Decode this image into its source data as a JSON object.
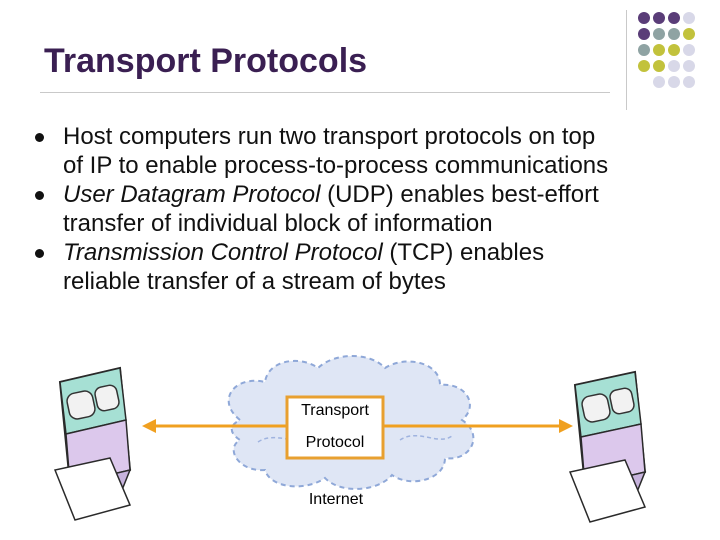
{
  "slide": {
    "title": "Transport Protocols",
    "bullets": [
      {
        "lines": [
          {
            "text": "Host computers run two transport protocols on top",
            "italic": false
          }
        ]
      },
      {
        "lines": [
          {
            "text": "of IP to enable process-to-process communications",
            "italic": false
          }
        ]
      },
      {
        "lines": [
          {
            "text": "User Datagram Protocol",
            "italic": true
          },
          {
            "text": " (UDP) enables best-effort",
            "italic": false
          }
        ]
      },
      {
        "lines": [
          {
            "text": "transfer of individual block of information",
            "italic": false
          }
        ]
      },
      {
        "lines": [
          {
            "text": "Transmission Control Protocol",
            "italic": true
          },
          {
            "text": " (TCP) enables",
            "italic": false
          }
        ]
      },
      {
        "lines": [
          {
            "text": "reliable transfer of a stream of bytes",
            "italic": false
          }
        ]
      }
    ]
  },
  "bullet_text": {
    "b1": [
      "Host computers run two transport protocols on top",
      "of IP to enable process-to-process communications"
    ],
    "b2_italic": "User Datagram Protocol",
    "b2_rest": " (UDP) enables best-effort",
    "b2_line2": "transfer of individual block of information",
    "b3_italic": "Transmission Control Protocol",
    "b3_rest": " (TCP) enables",
    "b3_line2": "reliable transfer of a stream of bytes"
  },
  "diagram": {
    "label_top": "Transport",
    "label_bottom": "Protocol",
    "cloud_label": "Internet"
  },
  "colors": {
    "title": "#3a1f52",
    "arrow": "#f0a020",
    "box_border": "#e8a030",
    "cloud_fill": "#dfe6f5",
    "cloud_stroke": "#8fa8d8",
    "dot_purple": "#5a3d78",
    "dot_teal": "#8fa3a3",
    "dot_olive": "#c2c23c",
    "dot_lavender": "#d8d8e8"
  }
}
